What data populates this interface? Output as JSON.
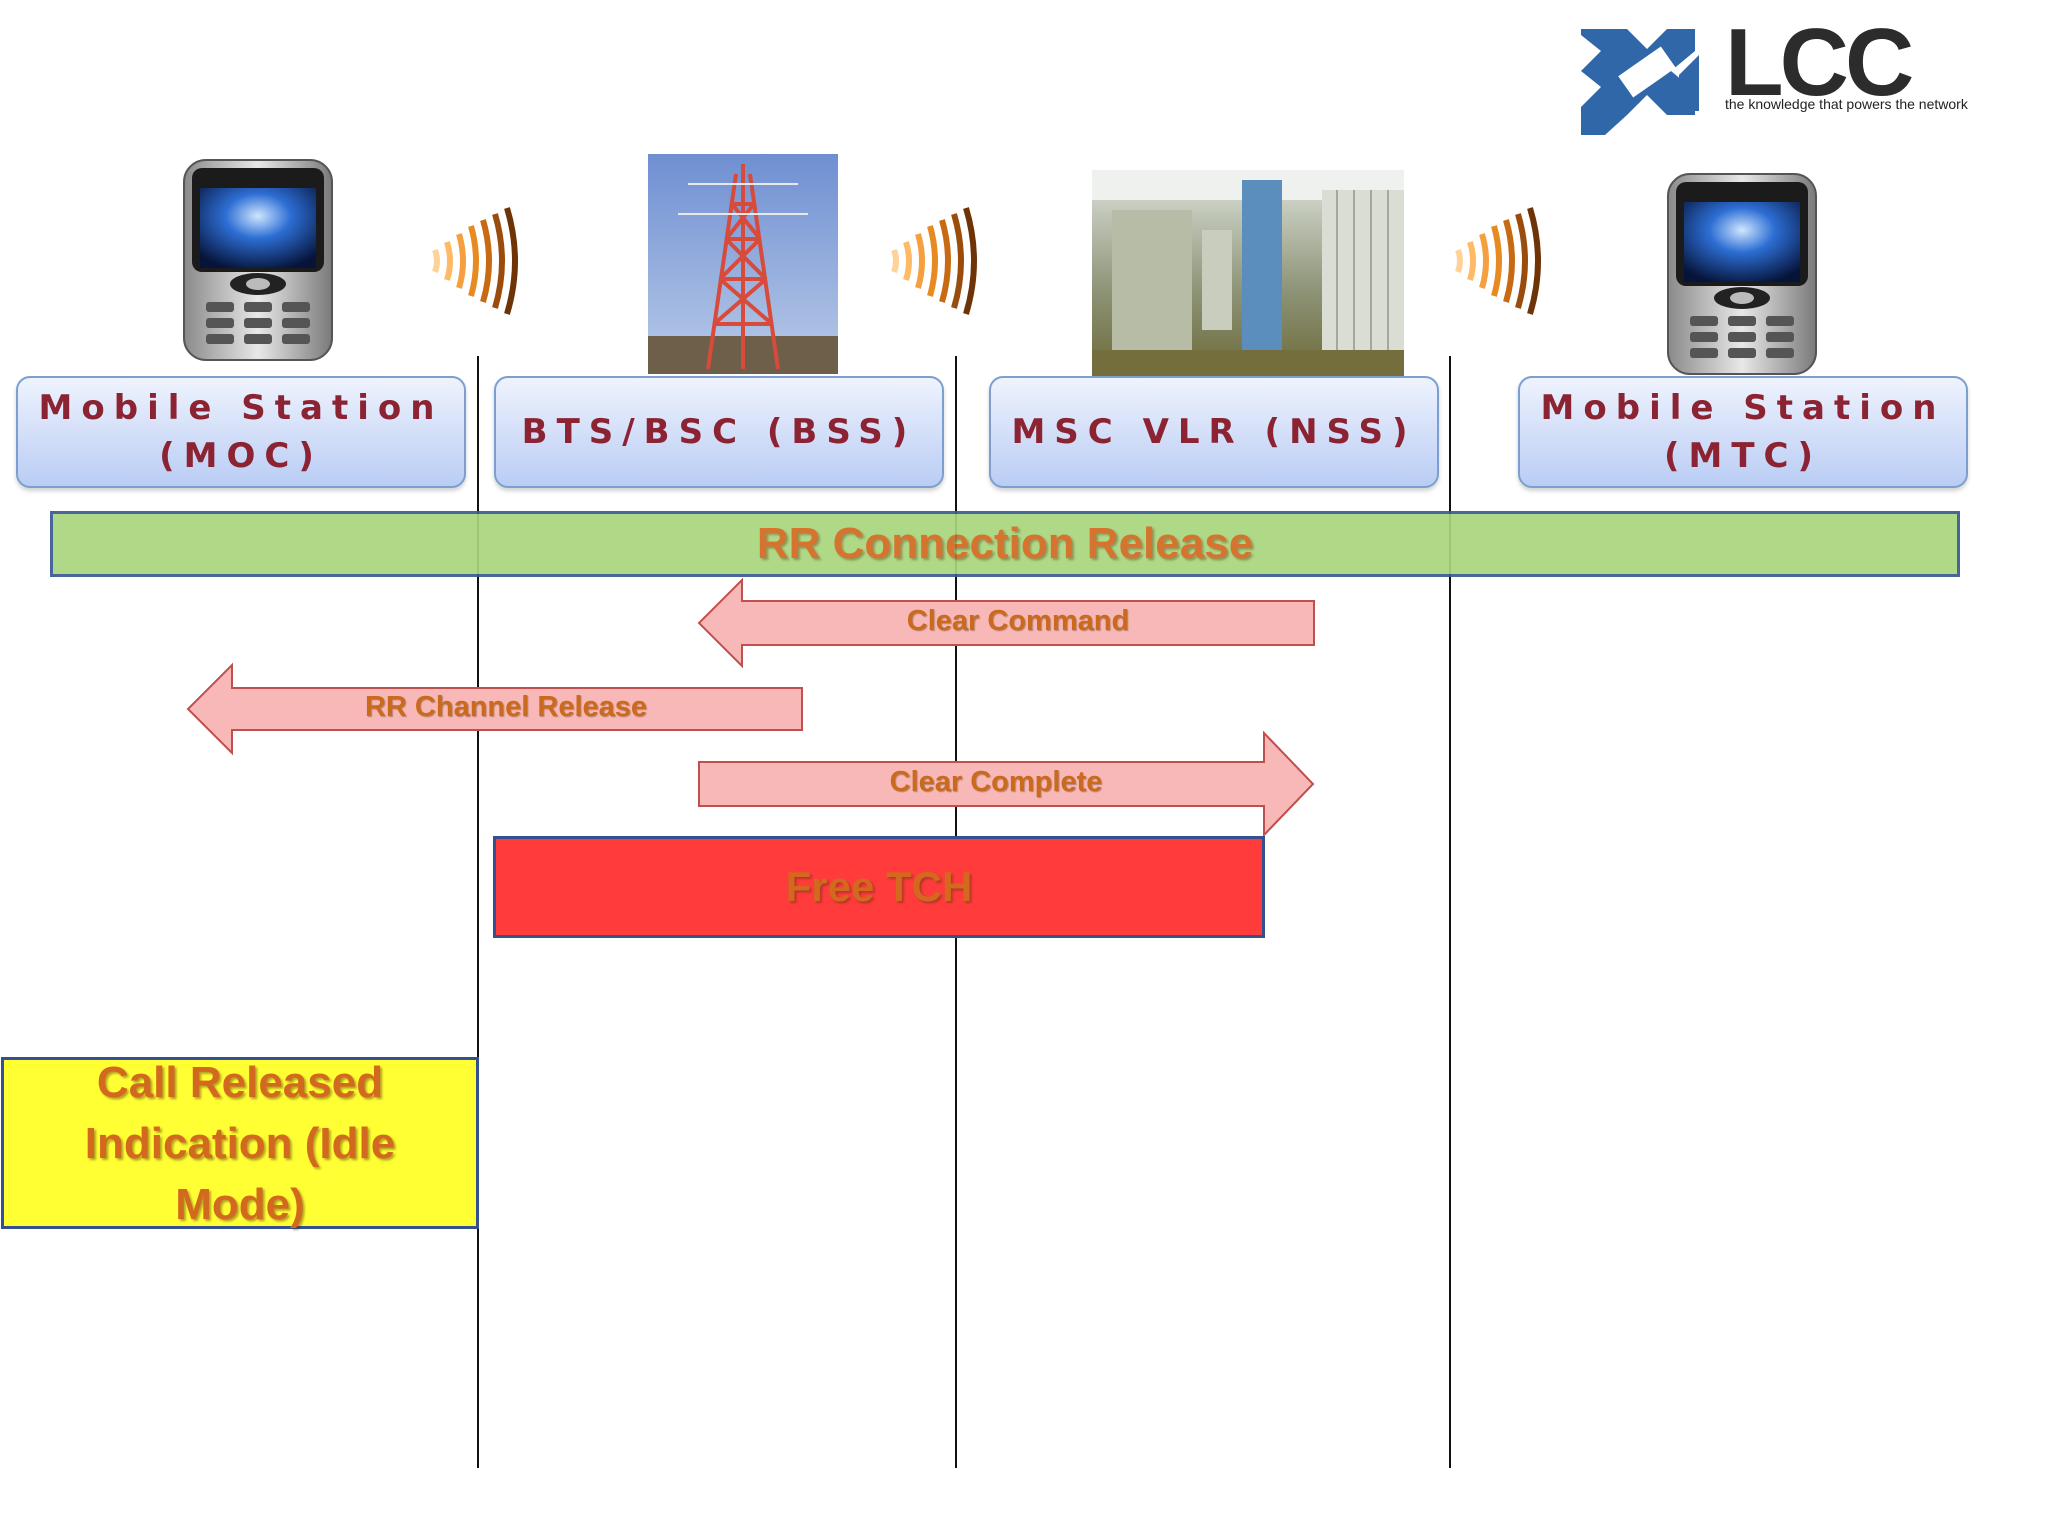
{
  "logo": {
    "brand": "LCC",
    "tagline": "the knowledge that powers the network"
  },
  "nodes": [
    {
      "label": "Mobile Station\n(MOC)"
    },
    {
      "label": "BTS/BSC (BSS)"
    },
    {
      "label": "MSC VLR (NSS)"
    },
    {
      "label": "Mobile Station\n(MTC)"
    }
  ],
  "bars": {
    "rr_connection_release": "RR Connection Release",
    "free_tch": "Free TCH",
    "call_released": "Call Released Indication (Idle Mode)"
  },
  "messages": [
    {
      "label": "Clear Command",
      "direction": "left"
    },
    {
      "label": "RR Channel Release",
      "direction": "left"
    },
    {
      "label": "Clear Complete",
      "direction": "right"
    }
  ],
  "colors": {
    "node_text": "#8b2332",
    "bar_text": "#d2691e",
    "rr_bar": "#a9d67d",
    "free_tch": "#ff3b3b",
    "call_released": "#ffff33",
    "arrow_fill": "#f9b8b8",
    "arrow_stroke": "#c0504d"
  }
}
